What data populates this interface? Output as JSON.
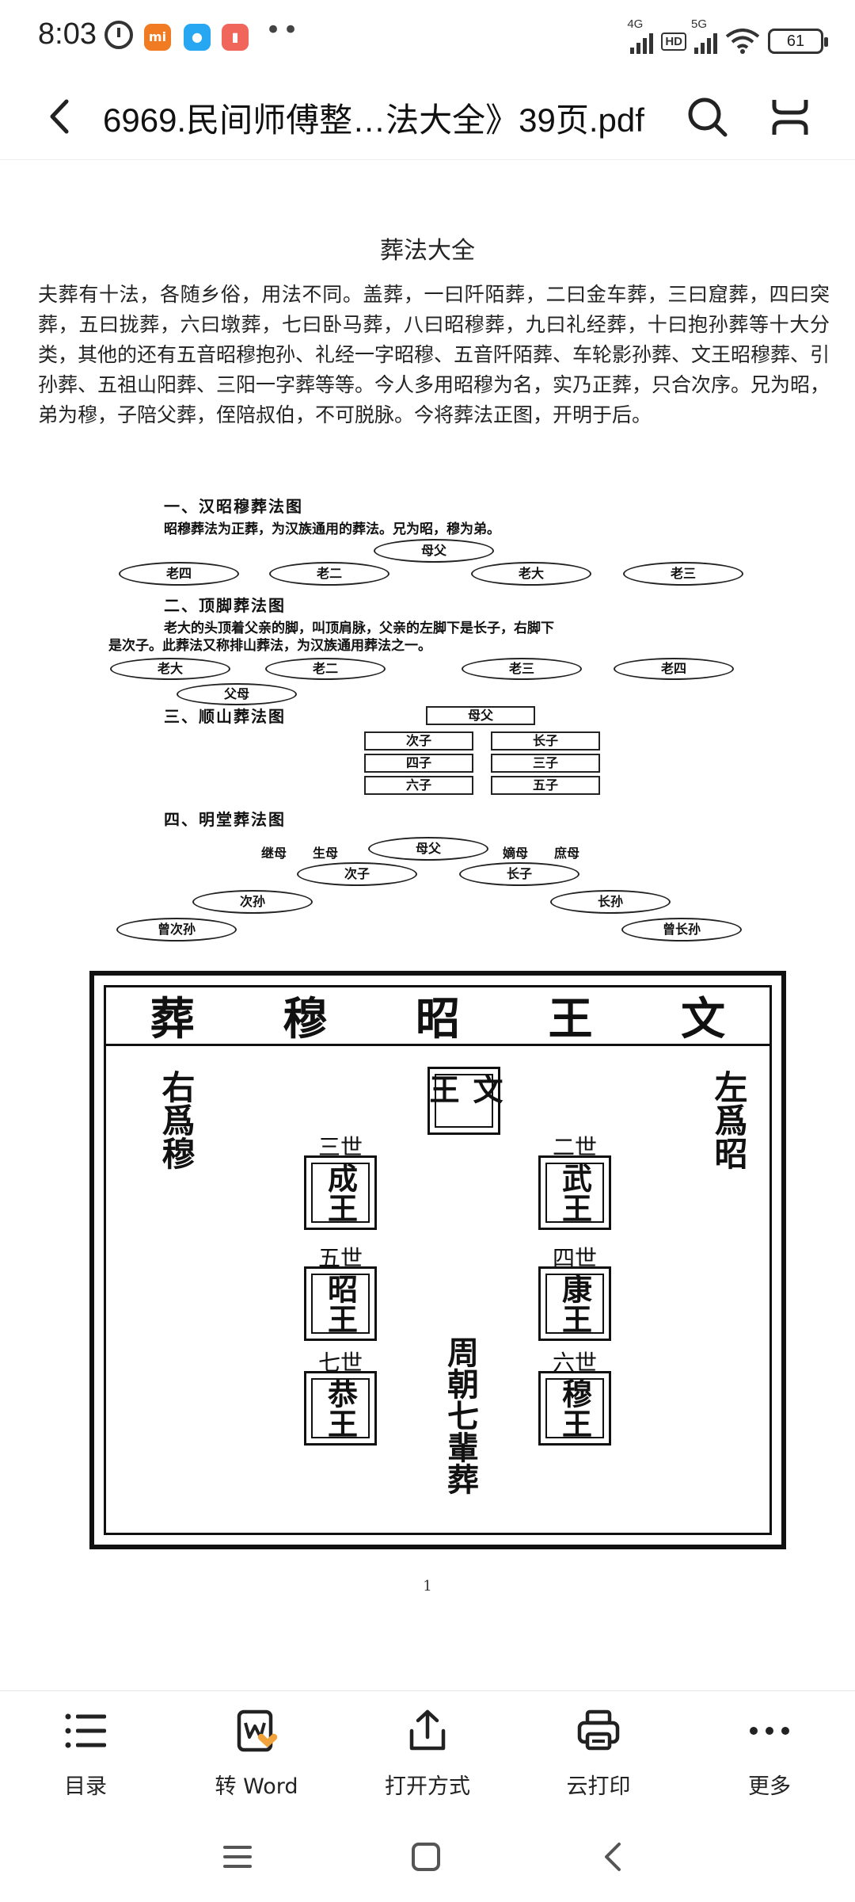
{
  "status_bar": {
    "time": "8:03",
    "signal_1_label": "4G",
    "hd_label": "HD",
    "signal_2_label": "5G",
    "battery": "61"
  },
  "header": {
    "title": "6969.民间师傅整…法大全》39页.pdf"
  },
  "document": {
    "title": "葬法大全",
    "paragraph": "夫葬有十法，各随乡俗，用法不同。盖葬，一曰阡陌葬，二曰金车葬，三曰窟葬，四曰突葬，五曰拢葬，六曰墩葬，七曰卧马葬，八曰昭穆葬，九曰礼经葬，十曰抱孙葬等十大分类，其他的还有五音昭穆抱孙、礼经一字昭穆、五音阡陌葬、车轮影孙葬、文王昭穆葬、引孙葬、五祖山阳葬、三阳一字葬等等。今人多用昭穆为名，实乃正葬，只合次序。兄为昭，弟为穆，子陪父葬，侄陪叔伯，不可脱脉。今将葬法正图，开明于后。",
    "page_number": "1"
  },
  "figure1": {
    "sec1_title": "一、汉昭穆葬法图",
    "sec1_text": "昭穆葬法为正葬，为汉族通用的葬法。兄为昭，穆为弟。",
    "sec1_parents": "母父",
    "sec1_laosi": "老四",
    "sec1_laoer": "老二",
    "sec1_laoda": "老大",
    "sec1_laosan": "老三",
    "sec2_title": "二、顶脚葬法图",
    "sec2_text1": "老大的头顶着父亲的脚，叫顶肩脉，父亲的左脚下是长子，右脚下",
    "sec2_text2": "是次子。此葬法又称排山葬法，为汉族通用葬法之一。",
    "sec2_laoda": "老大",
    "sec2_laoer": "老二",
    "sec2_laosan": "老三",
    "sec2_laosi": "老四",
    "sec2_fumu": "父母",
    "sec3_title": "三、顺山葬法图",
    "sec3_mufu": "母父",
    "sec3_cizi": "次子",
    "sec3_zhangzi": "长子",
    "sec3_sizi": "四子",
    "sec3_sanzi": "三子",
    "sec3_liuzi": "六子",
    "sec3_wuzi": "五子",
    "sec4_title": "四、明堂葬法图",
    "sec4_jimu": "继母",
    "sec4_shengmu": "生母",
    "sec4_mufu": "母父",
    "sec4_dimu": "嫡母",
    "sec4_shumu": "庶母",
    "sec4_cizi": "次子",
    "sec4_zhangzi": "长子",
    "sec4_cisun": "次孙",
    "sec4_zhangsun": "长孙",
    "sec4_zengcisun": "曾次孙",
    "sec4_zengzhangsun": "曾长孙"
  },
  "figure2": {
    "heading": [
      "葬",
      "穆",
      "昭",
      "王",
      "文"
    ],
    "right_mu": "右爲穆",
    "left_zhao": "左爲昭",
    "wenwang": "文王",
    "gen3": "三世",
    "chengwang": "成王",
    "gen2": "二世",
    "wuwang": "武王",
    "gen5": "五世",
    "zhaowang": "昭王",
    "gen4": "四世",
    "kangwang": "康王",
    "gen7": "七世",
    "gongwang": "恭王",
    "gen6": "六世",
    "muwang": "穆王",
    "center_text": "周朝七輩葬"
  },
  "toolbar": {
    "items": [
      {
        "label": "目录",
        "icon": "list-icon"
      },
      {
        "label": "转 Word",
        "icon": "word-icon"
      },
      {
        "label": "打开方式",
        "icon": "share-icon"
      },
      {
        "label": "云打印",
        "icon": "print-icon"
      },
      {
        "label": "更多",
        "icon": "more-icon"
      }
    ]
  }
}
